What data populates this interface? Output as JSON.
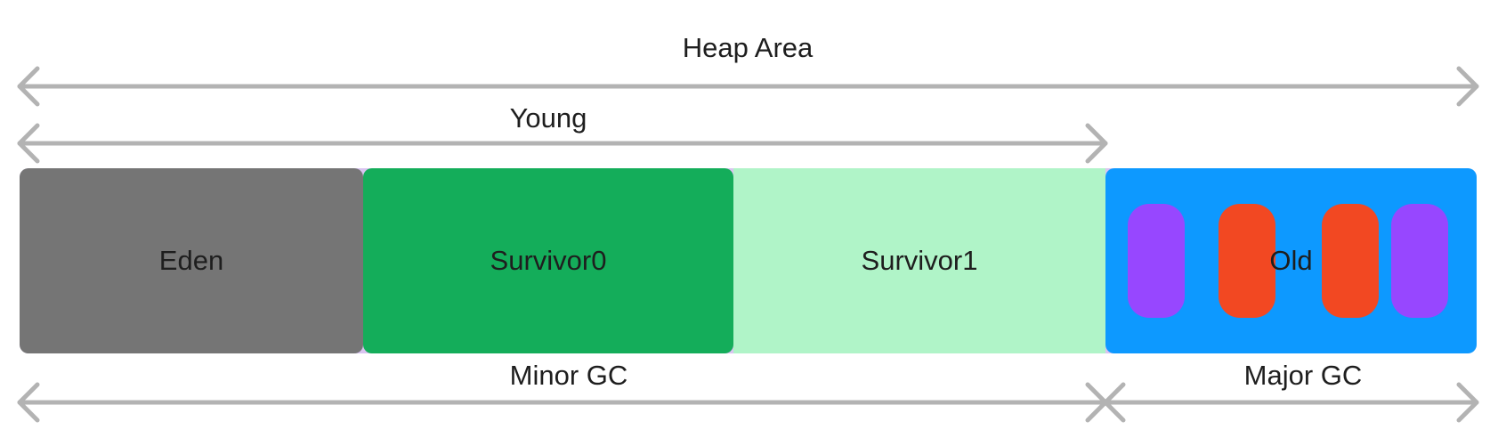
{
  "labels": {
    "heap": "Heap Area",
    "young": "Young",
    "minor_gc": "Minor GC",
    "major_gc": "Major GC"
  },
  "regions": [
    {
      "id": "eden",
      "label": "Eden",
      "color": "#757575"
    },
    {
      "id": "survivor0",
      "label": "Survivor0",
      "color": "#14ad5a"
    },
    {
      "id": "survivor1",
      "label": "Survivor1",
      "color": "#b0f4c8"
    },
    {
      "id": "old",
      "label": "Old",
      "color": "#0d99ff"
    }
  ],
  "old_objects": [
    {
      "color": "#9747ff"
    },
    {
      "color": "#f24822"
    },
    {
      "color": "#f24822"
    },
    {
      "color": "#9747ff"
    }
  ],
  "colors": {
    "arrow": "#b3b3b3",
    "text": "#1e1e1e",
    "bar_edge": "#d9c4f0"
  }
}
